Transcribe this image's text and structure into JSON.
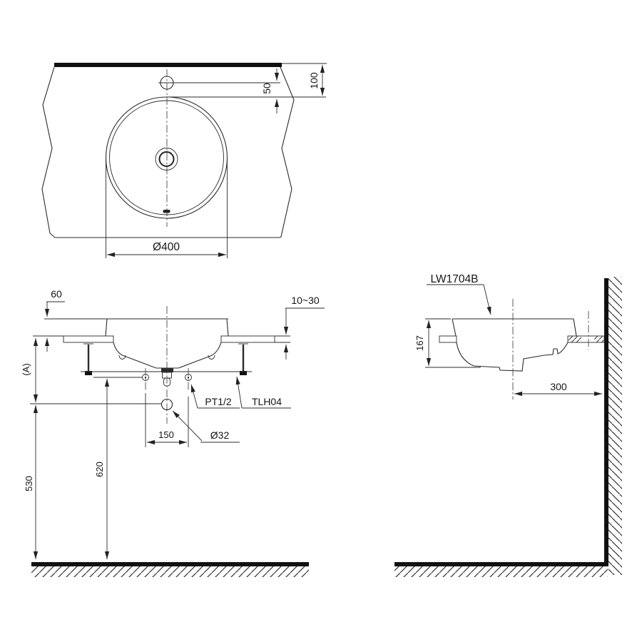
{
  "drawing": {
    "product_code": "LW1704B",
    "top_view": {
      "basin_diameter": "Ø400",
      "wall_to_basin_edge": "100",
      "faucet_to_basin_edge": "50"
    },
    "front_view": {
      "rim_above_counter": "60",
      "counter_thickness_range": "10~30",
      "counter_height_ref": "(A)",
      "drain_outlet_height": "530",
      "supply_height": "620",
      "supply_hole_spacing": "150",
      "drain_pipe_diameter": "Ø32",
      "supply_connection": "PT1/2",
      "bottom_plate_model": "TLH04"
    },
    "side_view": {
      "product_label": "LW1704B",
      "basin_depth": "167",
      "basin_center_to_wall": "300"
    }
  }
}
